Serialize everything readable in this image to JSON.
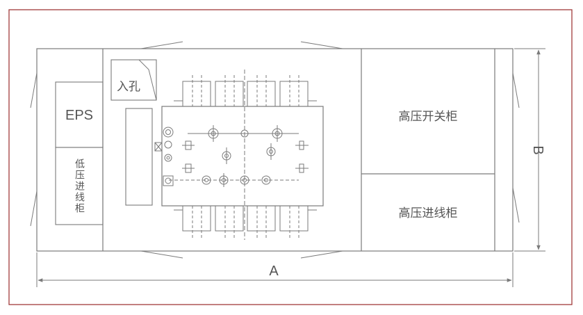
{
  "diagram": {
    "labels": {
      "eps": "EPS",
      "low_voltage_cabinet": "低压进线柜",
      "manhole": "入孔",
      "hv_switch_cabinet": "高压开关柜",
      "hv_incoming_cabinet": "高压进线柜",
      "dimension_length": "A",
      "dimension_width": "B"
    },
    "colors": {
      "frame_border": "#a03a3a",
      "line": "#7a7a7a",
      "text": "#555555"
    }
  }
}
